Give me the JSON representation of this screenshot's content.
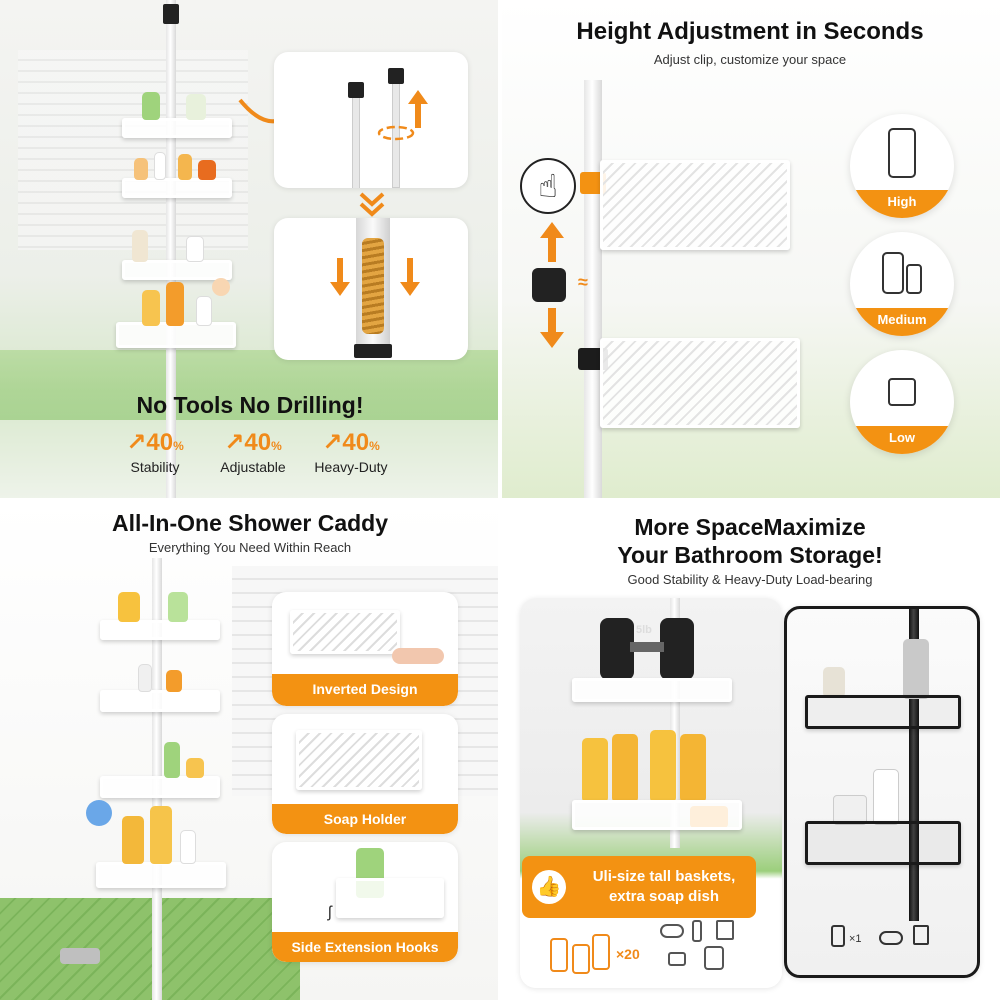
{
  "panel_1": {
    "headline": "No Tools No Drilling!",
    "stats": [
      {
        "value": "40",
        "unit": "%",
        "label": "Stability"
      },
      {
        "value": "40",
        "unit": "%",
        "label": "Adjustable"
      },
      {
        "value": "40",
        "unit": "%",
        "label": "Heavy-Duty"
      }
    ]
  },
  "panel_2": {
    "title": "Height Adjustment in Seconds",
    "subtitle": "Adjust clip, customize your space",
    "levels": [
      "High",
      "Medium",
      "Low"
    ]
  },
  "panel_3": {
    "title": "All-In-One Shower Caddy",
    "subtitle": "Everything You Need Within Reach",
    "features": [
      "Inverted Design",
      "Soap Holder",
      "Side Extension Hooks"
    ]
  },
  "panel_4": {
    "title_line1": "More SpaceMaximize",
    "title_line2": "Your Bathroom Storage!",
    "subtitle": "Good Stability & Heavy-Duty Load-bearing",
    "dumbbell_label": "5lb",
    "promo_line1": "Uli-size tall baskets,",
    "promo_line2": "extra soap dish",
    "left_count": "×20",
    "right_count": "×1"
  },
  "colors": {
    "accent": "#f39212",
    "accent_text": "#f08a1a",
    "green_tile": "#8ec26b"
  }
}
